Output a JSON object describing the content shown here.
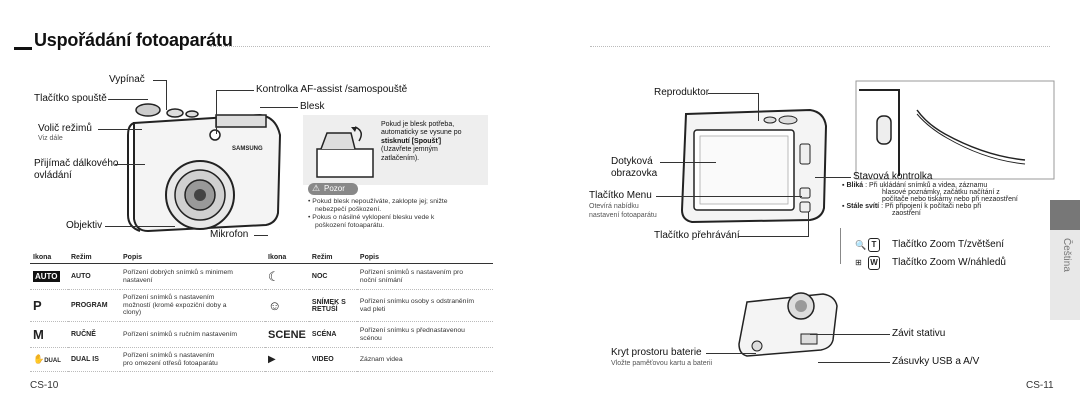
{
  "page_title": "Uspořádání fotoaparátu",
  "left_labels": {
    "vypinac": "Vypínač",
    "tlacitko_spouste": "Tlačítko spouště",
    "volic_rezimu": "Volič režimů",
    "viz_dale": "Viz dále",
    "prijimac": "Přijímač dálkového",
    "ovladani": "ovládání",
    "objektiv": "Objektiv",
    "mikrofon": "Mikrofon",
    "kontrolka": "Kontrolka AF-assist /samospouště",
    "blesk": "Blesk"
  },
  "flash_note": {
    "line1": "Pokud je blesk potřeba,",
    "line2": "automaticky se vysune po",
    "line3": "stisknutí [Spoušť]",
    "line4": "(Uzavřete jemným",
    "line5": "zatlačením)."
  },
  "caution": {
    "label": "Pozor",
    "b1_l1": "Pokud blesk nepoužíváte, zaklopte jej; snižte",
    "b1_l2": "nebezpečí poškození.",
    "b2_l1": "Pokus o násilné vyklopení blesku vede k",
    "b2_l2": "poškození fotoaparátu."
  },
  "table_headers": {
    "ikona": "Ikona",
    "rezim": "Režim",
    "popis": "Popis"
  },
  "table_left": [
    {
      "icon": "AUTO",
      "mode": "AUTO",
      "desc1": "Pořízení dobrých snímků s minimem",
      "desc2": "nastavení",
      "desc3": ""
    },
    {
      "icon": "P",
      "mode": "PROGRAM",
      "desc1": "Pořízení snímků s nastavením",
      "desc2": "možností (kromě expoziční doby a",
      "desc3": "clony)"
    },
    {
      "icon": "M",
      "mode": "RUČNĚ",
      "desc1": "Pořízení snímků s ručním nastavením",
      "desc2": "",
      "desc3": ""
    },
    {
      "icon": "DUAL",
      "mode": "DUAL IS",
      "desc1": "Pořízení snímků s nastavením",
      "desc2": "pro omezení otřesů fotoaparátu",
      "desc3": ""
    }
  ],
  "table_right": [
    {
      "icon": "☾",
      "mode": "NOC",
      "mode2": "",
      "desc1": "Pořízení snímků s nastavením pro",
      "desc2": "noční snímání"
    },
    {
      "icon": "☺",
      "mode": "SNÍMEK S",
      "mode2": "RETUŠÍ",
      "desc1": "Pořízení snímku osoby s odstraněním",
      "desc2": "vad pleti"
    },
    {
      "icon": "SCENE",
      "mode": "SCÉNA",
      "mode2": "",
      "desc1": "Pořízení snímku s přednastavenou",
      "desc2": "scénou"
    },
    {
      "icon": "▶",
      "mode": "VIDEO",
      "mode2": "",
      "desc1": "Záznam videa",
      "desc2": ""
    }
  ],
  "page_left": "CS-10",
  "page_right": "CS-11",
  "right_labels": {
    "reproduktor": "Reproduktor",
    "dotykova": "Dotyková",
    "obrazovka": "obrazovka",
    "tlacitko_menu": "Tlačítko Menu",
    "menu_sub1": "Otevírá nabídku",
    "menu_sub2": "nastavení fotoaparátu",
    "tlacitko_prehravani": "Tlačítko přehrávání",
    "stavova": "Stavová kontrolka",
    "blika_label": "Bliká",
    "blika_text1": ": Při ukládání snímků a videa, záznamu",
    "blika_text2": "hlasové poznámky, začátku načítání z",
    "blika_text3": "počítače nebo tiskárny nebo při nezaostření",
    "stale_label": "Stále svítí",
    "stale_text1": ": Při připojení k počítači nebo při",
    "stale_text2": "zaostření",
    "zoom_t": "Tlačítko Zoom T/zvětšení",
    "zoom_w": "Tlačítko Zoom W/náhledů",
    "t_key": "T",
    "w_key": "W",
    "zavit": "Závit stativu",
    "kryt": "Kryt prostoru baterie",
    "kryt_sub": "Vložte paměťovou kartu a baterii",
    "zasuvky": "Zásuvky USB a A/V",
    "cestina": "Čeština"
  },
  "colors": {
    "accent": "#111111",
    "tab_gray": "#e8e8e8",
    "tab_dark": "#777777"
  }
}
